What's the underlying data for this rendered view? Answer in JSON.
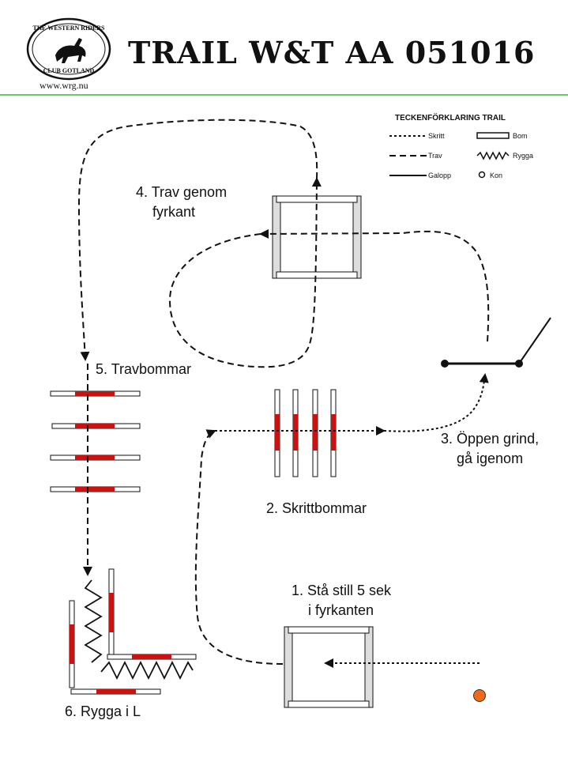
{
  "header": {
    "title": "TRAIL W&T AA 051016",
    "website": "www.wrg.nu",
    "logo_text_top": "THE WESTERN RIDERS",
    "logo_text_bottom": "CLUB GOTLAND",
    "divider_color": "#3cb83c"
  },
  "legend": {
    "title": "TECKENFÖRKLARING TRAIL",
    "items": [
      {
        "icon": "dotted-line",
        "label": "Skritt"
      },
      {
        "icon": "dashed-line",
        "label": "Trav"
      },
      {
        "icon": "solid-line",
        "label": "Galopp"
      },
      {
        "icon": "pole-box",
        "label": "Bom"
      },
      {
        "icon": "zigzag-line",
        "label": "Rygga"
      },
      {
        "icon": "cone-circle",
        "label": "Kon"
      }
    ]
  },
  "obstacles": {
    "o1": {
      "line1": "1. Stå still 5 sek",
      "line2": "i fyrkanten"
    },
    "o2": {
      "line1": "2. Skrittbommar"
    },
    "o3": {
      "line1": "3. Öppen grind,",
      "line2": "gå igenom"
    },
    "o4": {
      "line1": "4. Trav genom",
      "line2": "fyrkant"
    },
    "o5": {
      "line1": "5. Travbommar"
    },
    "o6": {
      "line1": "6. Rygga i L"
    }
  },
  "colors": {
    "pole_red": "#cc1111",
    "pole_gray": "#cfcfcf",
    "cone": "#f06a1a"
  }
}
